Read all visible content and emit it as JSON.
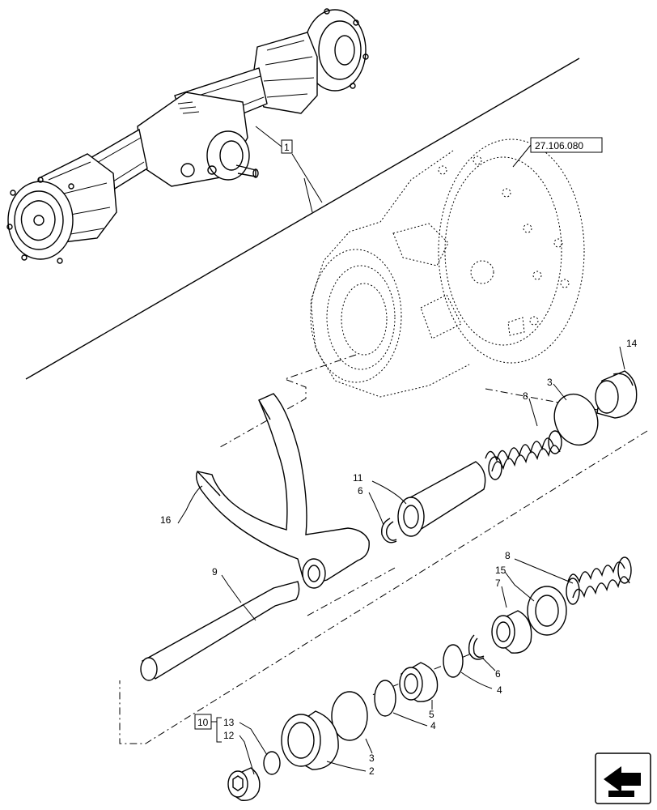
{
  "reference_label": "27.106.080",
  "assembly_callout": "1",
  "kit_callout": "10",
  "callouts": {
    "c2": "2",
    "c3a": "3",
    "c3b": "3",
    "c4a": "4",
    "c4b": "4",
    "c5": "5",
    "c6a": "6",
    "c6b": "6",
    "c7": "7",
    "c8a": "8",
    "c8b": "8",
    "c9": "9",
    "c11": "11",
    "c12": "12",
    "c13": "13",
    "c14": "14",
    "c15": "15",
    "c16": "16"
  },
  "icons": {
    "nav": "back-arrow-icon"
  }
}
